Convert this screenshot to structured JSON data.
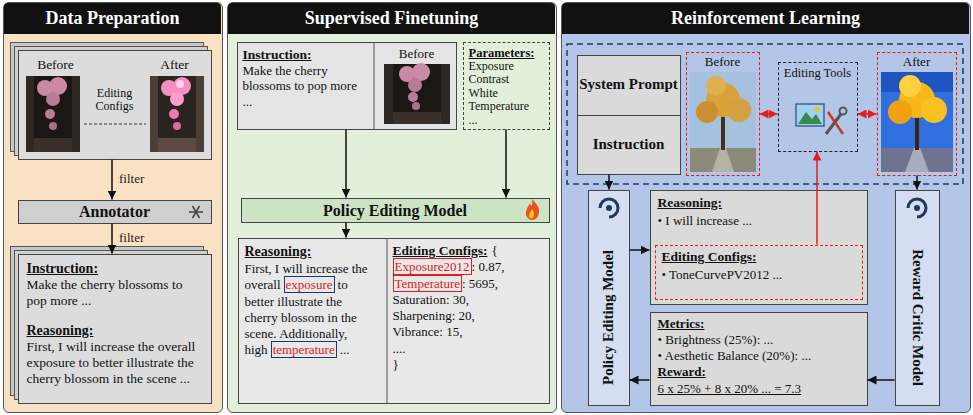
{
  "diagram": {
    "nodes": [
      {
        "text": [
          "Data Preparation"
        ]
      },
      {
        "text": [
          "Before",
          "Editing Configs",
          "After"
        ],
        "in": 0
      },
      {
        "text": [
          "Annotator"
        ],
        "in": 0
      },
      {
        "text": [
          "Instruction:",
          "Make the cherry blossoms to pop more ...",
          "Reasoning:",
          "First, I will increase the overall exposure to better illustrate the cherry blossom in the scene ..."
        ],
        "in": 0
      },
      {
        "text": [
          "Supervised Finetuning"
        ]
      },
      {
        "text": [
          "Instruction:",
          "Make the cherry blossoms to pop more ...",
          "Before"
        ],
        "in": 4
      },
      {
        "text": [
          "Parameters:",
          "Exposure",
          "Contrast",
          "White",
          "Temperature",
          "..."
        ],
        "in": 4
      },
      {
        "text": [
          "Policy Editing Model"
        ],
        "in": 4
      },
      {
        "text": [
          "Reasoning:",
          "First, I will increase the overall",
          "exposure",
          "to better illustrate the cherry blossom in the scene. Additionally, high",
          "temperature",
          "...",
          "Editing Configs:",
          "{",
          "Exposure2012",
          ": 0.87,",
          "Temperature",
          ": 5695,",
          "Saturation: 30,",
          "Sharpening: 20,",
          "Vibrance: 15,",
          "....",
          "}"
        ],
        "in": 4
      },
      {
        "text": [
          "Reinforcement Learning"
        ]
      },
      {
        "text": [
          "System Prompt",
          "Instruction"
        ],
        "in": 9
      },
      {
        "text": [
          "Before"
        ],
        "in": 9
      },
      {
        "text": [
          "Editing Tools"
        ],
        "in": 9
      },
      {
        "text": [
          "After"
        ],
        "in": 9
      },
      {
        "text": [
          "Policy Editing Model"
        ],
        "in": 9
      },
      {
        "text": [
          "Reasoning:",
          "• I will increase ..."
        ],
        "in": 9
      },
      {
        "text": [
          "Editing Configs:",
          "• ToneCurvePV2012 ..."
        ],
        "in": 15
      },
      {
        "text": [
          "Metrics:",
          "• Brightness (25%): ...",
          "• Aesthetic Balance (20%): ...",
          "Reward:",
          "6 x 25% + 8 x 20% ... = 7.3"
        ],
        "in": 9
      },
      {
        "text": [
          "Reward Critic Model"
        ],
        "in": 9
      }
    ],
    "edges": [
      {
        "from": 1,
        "to": 2,
        "arrow": "to",
        "label": "filter"
      },
      {
        "from": 2,
        "to": 3,
        "arrow": "to",
        "label": "filter"
      },
      {
        "from": 5,
        "to": 7,
        "arrow": "to"
      },
      {
        "from": 6,
        "to": 7,
        "arrow": "to"
      },
      {
        "from": 7,
        "to": 8,
        "arrow": "to"
      },
      {
        "from": 11,
        "to": 12,
        "arrow": "both"
      },
      {
        "from": 12,
        "to": 13,
        "arrow": "both"
      },
      {
        "from": 16,
        "to": 12,
        "arrow": "to"
      },
      {
        "from": 10,
        "to": 14,
        "arrow": "to"
      },
      {
        "from": 13,
        "to": 18,
        "arrow": "to"
      },
      {
        "from": 14,
        "to": 15,
        "arrow": "to"
      },
      {
        "from": 18,
        "to": 17,
        "arrow": "to"
      },
      {
        "from": 17,
        "to": 14,
        "arrow": "to"
      }
    ]
  }
}
